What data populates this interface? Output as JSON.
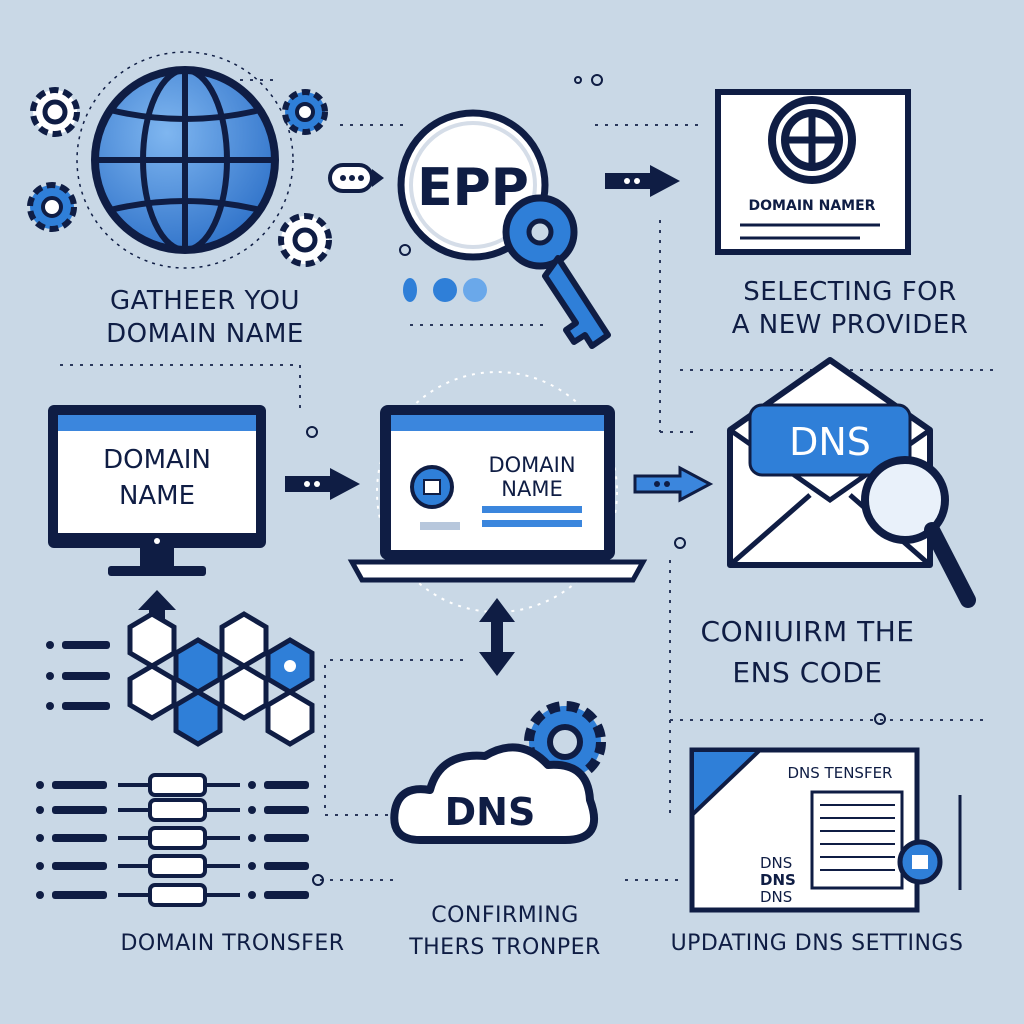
{
  "captions": {
    "gather_line1": "GATHEER YOU",
    "gather_line2": "DOMAIN NAME",
    "select_line1": "SELECTING FOR",
    "select_line2": "A NEW PROVIDER",
    "confirm_code_line1": "CONIUIRM THE",
    "confirm_code_line2": "ENS CODE",
    "domain_transfer": "DOMAIN TRONSFER",
    "confirming_line1": "CONFIRMING",
    "confirming_line2": "THERS TRONPER",
    "updating_dns": "UPDATING DNS SETTINGS"
  },
  "epp_magnifier": {
    "label": "EPP"
  },
  "document_top": {
    "label": "DOMAIN NAMER"
  },
  "monitor": {
    "line1": "DOMAIN",
    "line2": "NAME"
  },
  "laptop": {
    "line1": "DOMAIN",
    "line2": "NAME"
  },
  "envelope": {
    "label": "DNS"
  },
  "cloud": {
    "label": "DNS"
  },
  "document_bottom": {
    "title": "DNS TENSFER",
    "rows": [
      "DNS",
      "DNS",
      "DNS"
    ]
  },
  "colors": {
    "background": "#c9d8e6",
    "navy": "#0f1d44",
    "blue": "#2f7fd8",
    "light_blue": "#6aa8ea"
  }
}
